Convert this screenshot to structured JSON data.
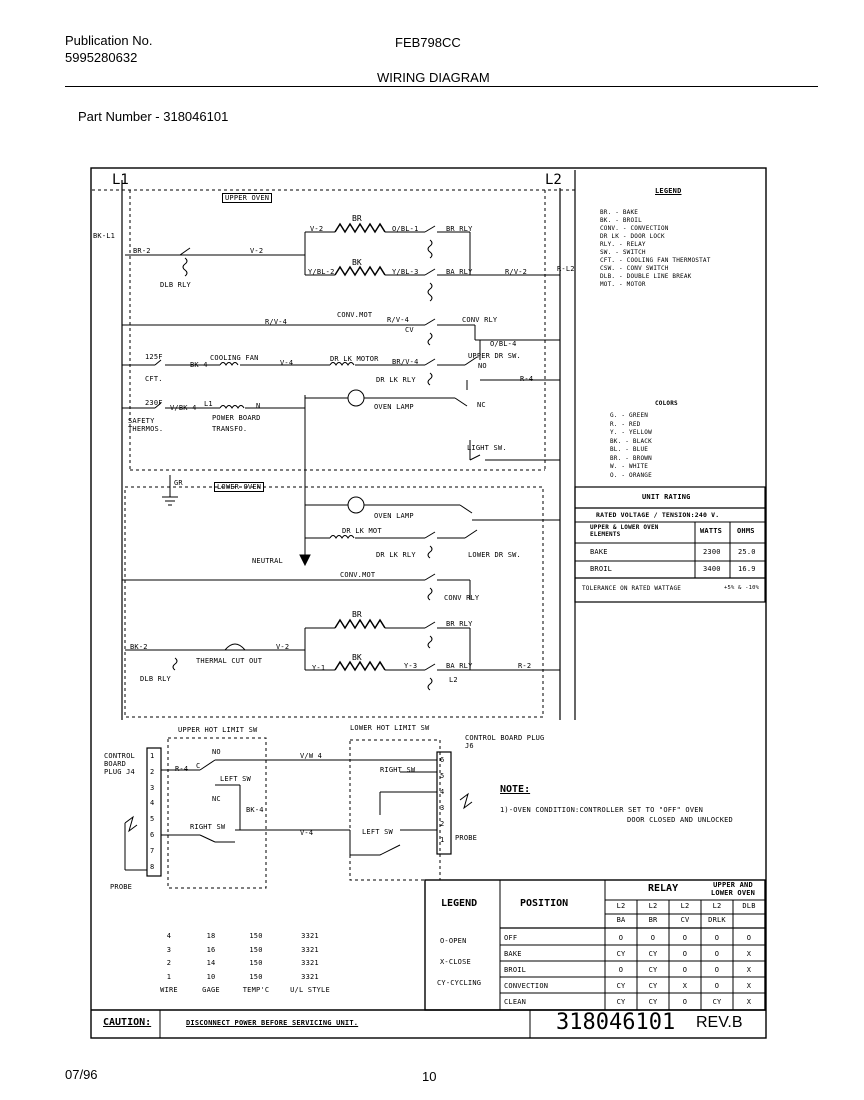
{
  "header": {
    "publication_label": "Publication No.",
    "publication_number": "5995280632",
    "model": "FEB798CC",
    "doc_title": "WIRING DIAGRAM",
    "part_number": "Part Number - 318046101"
  },
  "footer": {
    "date": "07/96",
    "page": "10"
  },
  "rails": {
    "l1": "L1",
    "l2": "L2",
    "bk_l1": "BK-L1",
    "r_l2": "R-L2"
  },
  "upper_oven": {
    "label": "UPPER OVEN",
    "br": "BR",
    "bk": "BK",
    "v2a": "V-2",
    "v2b": "V-2",
    "br2": "BR-2",
    "obl1": "O/BL-1",
    "br_rly": "BR RLY",
    "ybl2": "Y/BL-2",
    "ybl3": "Y/BL-3",
    "ba_rly": "BA RLY",
    "rv2": "R/V-2",
    "dlb_rly": "DLB RLY",
    "conv_mot": "CONV.MOT",
    "rv4": "R/V-4",
    "rv4b": "R/V-4",
    "cv": "CV",
    "conv_rly": "CONV RLY",
    "obl4": "O/BL-4",
    "cooling_fan": "COOLING FAN",
    "bk4": "BK-4",
    "v4": "V-4",
    "dr_lk_motor": "DR LK MOTOR",
    "brv4": "BR/V-4",
    "upper_dr_sw": "UPPER DR SW.",
    "dr_lk_rly": "DR LK RLY",
    "temp125": "125F",
    "cft": "CFT.",
    "temp230": "230F",
    "vbk4": "V/BK-4",
    "l1": "L1",
    "n": "N",
    "safety_thermo": "SAFETY THERMOS.",
    "power_board": "POWER BOARD",
    "transfo": "TRANSFO.",
    "oven_lamp": "OVEN LAMP",
    "nc": "NC",
    "no": "NO",
    "r4": "R-4",
    "light_sw": "LIGHT SW.",
    "gr": "GR"
  },
  "lower_oven": {
    "label": "LOWER OVEN",
    "oven_lamp": "OVEN LAMP",
    "dr_lk_mot": "DR LK MOT",
    "dr_lk_rly": "DR LK RLY",
    "lower_dr_sw": "LOWER DR SW.",
    "neutral": "NEUTRAL",
    "conv_mot": "CONV.MOT",
    "conv_rly": "CONV RLY",
    "br": "BR",
    "bk": "BK",
    "br_rly": "BR RLY",
    "ba_rly": "BA RLY",
    "thermal_cut_out": "THERMAL CUT OUT",
    "dlb_rly": "DLB RLY",
    "bk2": "BK-2",
    "v2": "V-2",
    "y1": "Y-1",
    "y3": "Y-3",
    "r2": "R-2",
    "l2": "L2"
  },
  "limit_switches": {
    "upper_title": "UPPER HOT LIMIT SW",
    "lower_title": "LOWER HOT LIMIT SW",
    "control_board_j4": "CONTROL BOARD PLUG J4",
    "control_board_j6": "CONTROL BOARD PLUG J6",
    "left_sw": "LEFT SW",
    "right_sw": "RIGHT SW",
    "probe": "PROBE",
    "vw4": "V/W 4",
    "v4": "V-4",
    "r4": "R-4",
    "bk4": "BK-4",
    "no": "NO",
    "nc": "NC",
    "c": "C",
    "pins_left": [
      "1",
      "2",
      "3",
      "4",
      "5",
      "6",
      "7",
      "8"
    ],
    "pins_right": [
      "6",
      "5",
      "4",
      "3",
      "2",
      "1"
    ]
  },
  "legend_codes": {
    "title": "LEGEND",
    "entries": [
      "BR.  - BAKE",
      "BK.  - BROIL",
      "CONV. - CONVECTION",
      "DR LK - DOOR LOCK",
      "RLY. - RELAY",
      "SW.  - SWITCH",
      "CFT. - COOLING FAN THERMOSTAT",
      "CSW. - CONV SWITCH",
      "DLB. - DOUBLE LINE BREAK",
      "MOT. - MOTOR"
    ]
  },
  "colors_legend": {
    "title": "COLORS",
    "entries": [
      "G.  - GREEN",
      "R.  - RED",
      "Y.  - YELLOW",
      "BK. - BLACK",
      "BL. - BLUE",
      "BR. - BROWN",
      "W.  - WHITE",
      "O.  - ORANGE"
    ]
  },
  "unit_rating": {
    "title": "UNIT RATING",
    "subtitle": "RATED VOLTAGE / TENSION:240 V.",
    "col_elements": "UPPER & LOWER OVEN ELEMENTS",
    "col_watts": "WATTS",
    "col_ohms": "OHMS",
    "rows": [
      {
        "name": "BAKE",
        "watts": "2300",
        "ohms": "25.0"
      },
      {
        "name": "BROIL",
        "watts": "3400",
        "ohms": "16.9"
      }
    ],
    "tolerance": "TOLERANCE ON RATED WATTAGE",
    "tolerance_value": "+5% & -10%"
  },
  "note": {
    "title": "NOTE:",
    "line1": "1)-OVEN CONDITION:CONTROLLER SET TO \"OFF\" OVEN",
    "line2": "DOOR CLOSED AND UNLOCKED"
  },
  "wire_table": {
    "headers": [
      "WIRE",
      "GAGE",
      "TEMP'C",
      "U/L STYLE"
    ],
    "rows": [
      [
        "4",
        "18",
        "150",
        "3321"
      ],
      [
        "3",
        "16",
        "150",
        "3321"
      ],
      [
        "2",
        "14",
        "150",
        "3321"
      ],
      [
        "1",
        "10",
        "150",
        "3321"
      ]
    ]
  },
  "relay_table": {
    "legend_title": "LEGEND",
    "position_title": "POSITION",
    "relay_title": "RELAY",
    "upper_lower": "UPPER AND LOWER OVEN",
    "sub_headers_top": [
      "L2",
      "L2",
      "L2",
      "L2",
      "DLB"
    ],
    "sub_headers_bottom": [
      "BA",
      "BR",
      "CV",
      "DRLK",
      ""
    ],
    "legend_items": [
      "O-OPEN",
      "X-CLOSE",
      "CY-CYCLING"
    ],
    "rows": [
      {
        "position": "OFF",
        "values": [
          "O",
          "O",
          "O",
          "O",
          "O"
        ]
      },
      {
        "position": "BAKE",
        "values": [
          "CY",
          "CY",
          "O",
          "O",
          "X"
        ]
      },
      {
        "position": "BROIL",
        "values": [
          "O",
          "CY",
          "O",
          "O",
          "X"
        ]
      },
      {
        "position": "CONVECTION",
        "values": [
          "CY",
          "CY",
          "X",
          "O",
          "X"
        ]
      },
      {
        "position": "CLEAN",
        "values": [
          "CY",
          "CY",
          "O",
          "CY",
          "X"
        ]
      }
    ]
  },
  "caution": {
    "label": "CAUTION:",
    "text": "DISCONNECT POWER BEFORE SERVICING UNIT."
  },
  "part_block": {
    "number": "318046101",
    "rev": "REV.B"
  }
}
